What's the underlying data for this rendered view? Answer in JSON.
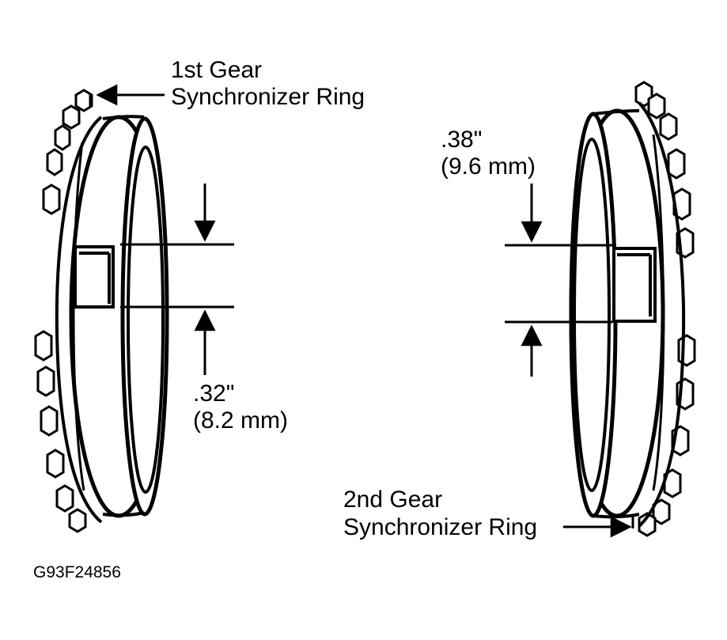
{
  "labels": {
    "first_ring_line1": "1st Gear",
    "first_ring_line2": "Synchronizer Ring",
    "first_dim_line1": ".32\"",
    "first_dim_line2": "(8.2 mm)",
    "second_dim_line1": ".38\"",
    "second_dim_line2": "(9.6 mm)",
    "second_ring_line1": "2nd Gear",
    "second_ring_line2": "Synchronizer Ring",
    "figure_code": "G93F24856"
  },
  "colors": {
    "ink": "#000000",
    "paper": "#ffffff",
    "ring_fill": "#ffffff"
  }
}
